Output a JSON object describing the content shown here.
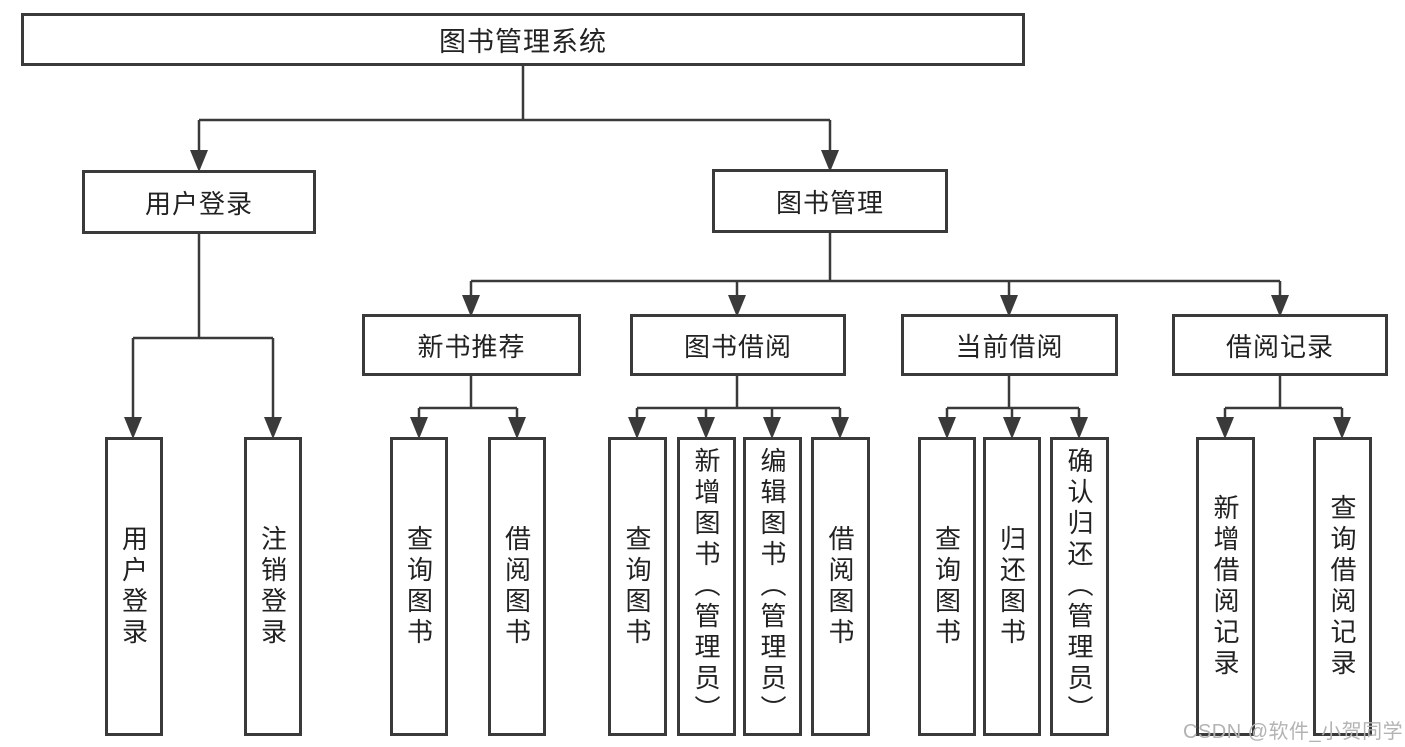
{
  "diagram": {
    "root": {
      "label": "图书管理系统"
    },
    "branches": [
      {
        "label": "用户登录"
      },
      {
        "label": "图书管理"
      }
    ],
    "modules": [
      {
        "label": "新书推荐",
        "parent": "图书管理"
      },
      {
        "label": "图书借阅",
        "parent": "图书管理"
      },
      {
        "label": "当前借阅",
        "parent": "图书管理"
      },
      {
        "label": "借阅记录",
        "parent": "图书管理"
      }
    ],
    "leaves": [
      {
        "label": "用户登录",
        "parent": "用户登录"
      },
      {
        "label": "注销登录",
        "parent": "用户登录"
      },
      {
        "label": "查询图书",
        "parent": "新书推荐"
      },
      {
        "label": "借阅图书",
        "parent": "新书推荐"
      },
      {
        "label": "查询图书",
        "parent": "图书借阅"
      },
      {
        "label": "新增图书（管理员）",
        "parent": "图书借阅"
      },
      {
        "label": "编辑图书（管理员）",
        "parent": "图书借阅"
      },
      {
        "label": "借阅图书",
        "parent": "图书借阅"
      },
      {
        "label": "查询图书",
        "parent": "当前借阅"
      },
      {
        "label": "归还图书",
        "parent": "当前借阅"
      },
      {
        "label": "确认归还（管理员）",
        "parent": "当前借阅"
      },
      {
        "label": "新增借阅记录",
        "parent": "借阅记录"
      },
      {
        "label": "查询借阅记录",
        "parent": "借阅记录"
      }
    ]
  },
  "watermark": {
    "text": "CSDN @软件_小贺同学"
  },
  "colors": {
    "line": "#3a3a3a",
    "text": "#222222",
    "watermark": "#b3b3b3",
    "background": "#ffffff"
  }
}
